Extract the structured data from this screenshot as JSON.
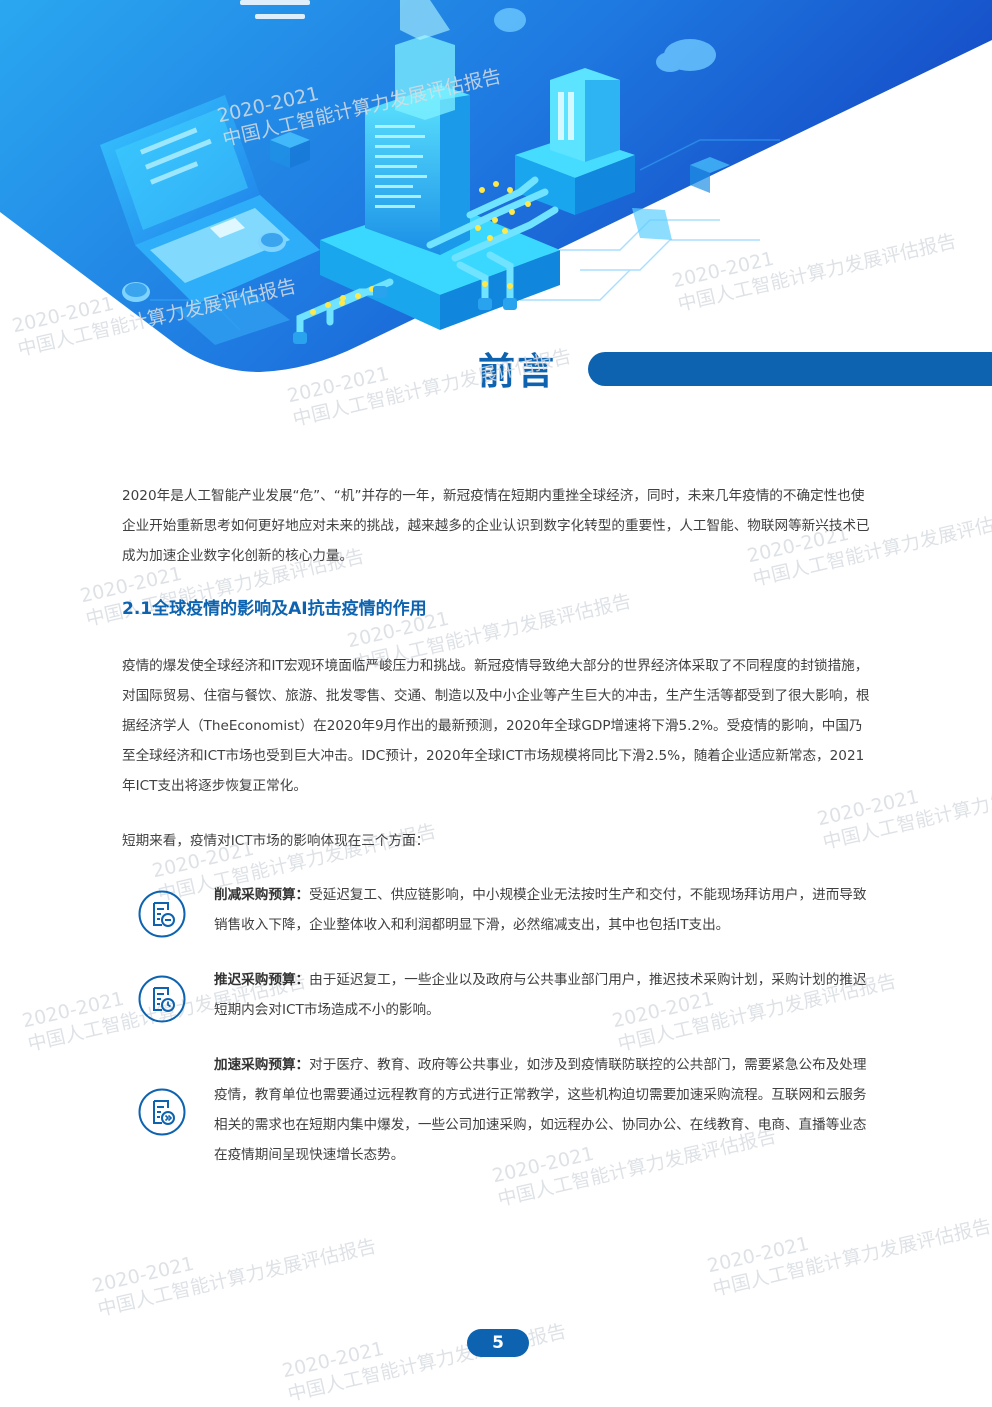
{
  "section_title": "前言",
  "watermark": {
    "year": "2020-2021",
    "text": "中国人工智能计算力发展评估报告"
  },
  "intro_paragraph": "2020年是人工智能产业发展“危”、“机”并存的一年，新冠疫情在短期内重挫全球经济，同时，未来几年疫情的不确定性也使企业开始重新思考如何更好地应对未来的挑战，越来越多的企业认识到数字化转型的重要性，人工智能、物联网等新兴技术已成为加速企业数字化创新的核心力量。",
  "subsection_heading": "2.1全球疫情的影响及AI抗击疫情的作用",
  "impact_paragraph": "疫情的爆发使全球经济和IT宏观环境面临严峻压力和挑战。新冠疫情导致绝大部分的世界经济体采取了不同程度的封锁措施，对国际贸易、住宿与餐饮、旅游、批发零售、交通、制造以及中小企业等产生巨大的冲击，生产生活等都受到了很大影响，根据经济学人（TheEconomist）在2020年9月作出的最新预测，2020年全球GDP增速将下滑5.2%。受疫情的影响，中国乃至全球经济和ICT市场也受到巨大冲击。IDC预计，2020年全球ICT市场规模将同比下滑2.5%，随着企业适应新常态，2021年ICT支出将逐步恢复正常化。",
  "short_term_intro": "短期来看，疫情对ICT市场的影响体现在三个方面：",
  "bullets": [
    {
      "term": "削减采购预算：",
      "text": "受延迟复工、供应链影响，中小规模企业无法按时生产和交付，不能现场拜访用户，进而导致销售收入下降，企业整体收入和利润都明显下滑，必然缩减支出，其中也包括IT支出。",
      "icon": "budget-cut-icon"
    },
    {
      "term": "推迟采购预算：",
      "text": "由于延迟复工，一些企业以及政府与公共事业部门用户，推迟技术采购计划，采购计划的推迟短期内会对ICT市场造成不小的影响。",
      "icon": "budget-delay-icon"
    },
    {
      "term": "加速采购预算：",
      "text": "对于医疗、教育、政府等公共事业，如涉及到疫情联防联控的公共部门，需要紧急公布及处理疫情，教育单位也需要通过远程教育的方式进行正常教学，这些机构迫切需要加速采购流程。互联网和云服务相关的需求也在短期内集中爆发，一些公司加速采购，如远程办公、协同办公、在线教育、电商、直播等业态在疫情期间呈现快速增长态势。",
      "icon": "budget-accelerate-icon"
    }
  ],
  "page_number": "5",
  "colors": {
    "brand_blue": "#0d63b0",
    "hero_light": "#2aa7f0",
    "hero_dark": "#1547c4",
    "text": "#404040",
    "watermark": "#d9dde2"
  }
}
